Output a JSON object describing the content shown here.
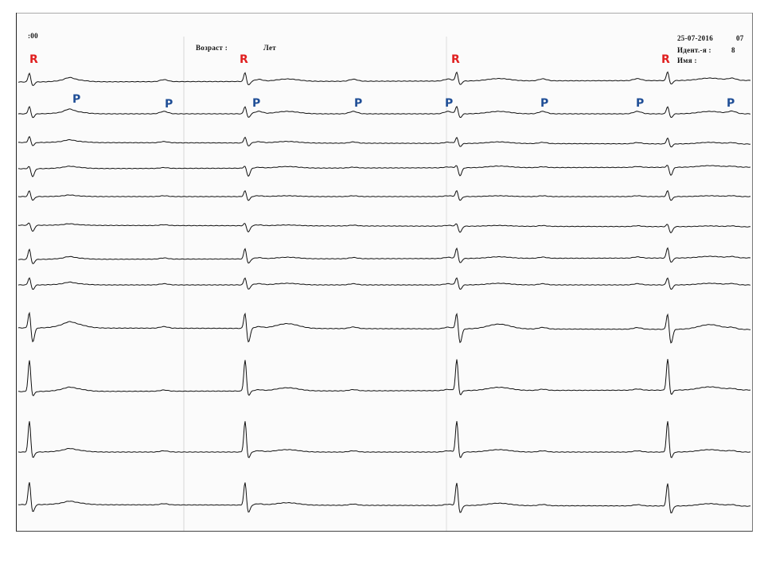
{
  "header": {
    "time_fragment": ":00",
    "age_label": "Возраст :",
    "age_unit": "Лет",
    "date": "25-07-2016",
    "date_suffix": "07",
    "id_label": "Идент.-я :",
    "id_value": "8",
    "name_label": "Имя :"
  },
  "annotations": {
    "r_label": "R",
    "p_label": "P",
    "r_color": "#e02020",
    "p_color": "#1f4e96"
  },
  "trace_color": "#111111"
}
